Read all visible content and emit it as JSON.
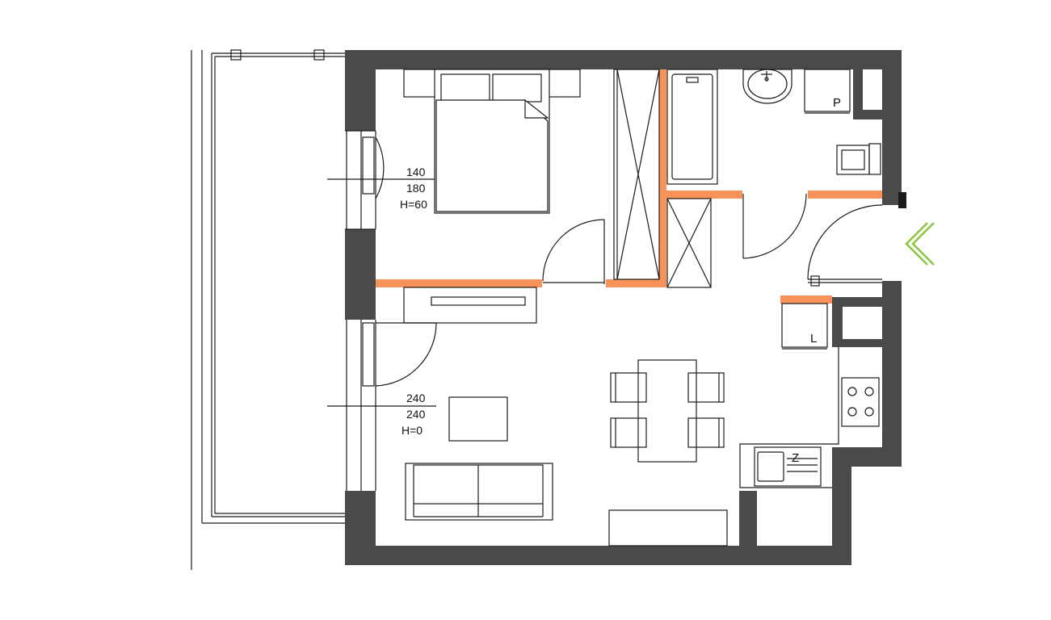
{
  "colors": {
    "wall": "#4a4a4a",
    "partition": "#f7935a",
    "line": "#1a1a1a",
    "entrance_arrow": "#8cc63f",
    "background": "#ffffff"
  },
  "window_labels": {
    "bedroom": {
      "line1": "140",
      "line2": "180",
      "line3": "H=60"
    },
    "living": {
      "line1": "240",
      "line2": "240",
      "line3": "H=0"
    }
  },
  "fixture_labels": {
    "boiler": "P",
    "washer": "L",
    "fridge": "Z"
  },
  "icons": {
    "entrance": "double-chevron-left-icon"
  }
}
